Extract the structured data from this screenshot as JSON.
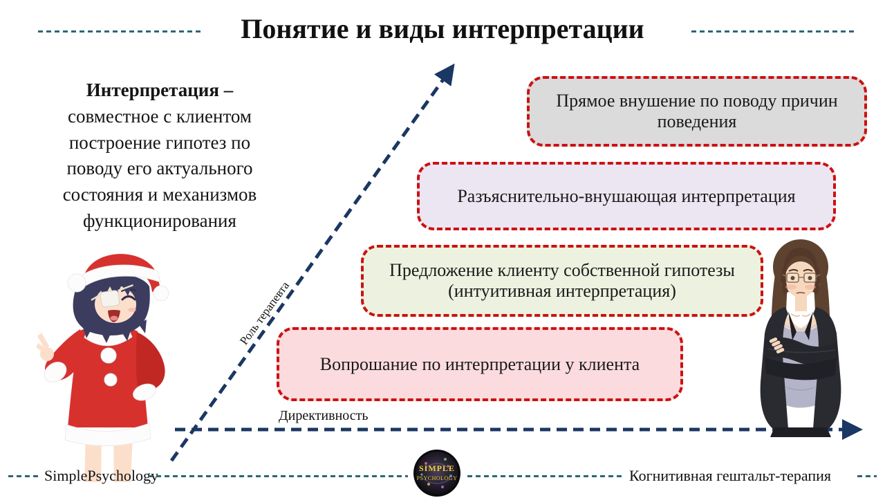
{
  "slide": {
    "title": "Понятие и виды интерпретации",
    "definition": {
      "term": "Интерпретация –",
      "body": "совместное с клиентом построение гипотез по поводу его актуального состояния и механизмов функционирования"
    },
    "diagram": {
      "y_axis_label": "Роль терапевта",
      "x_axis_label": "Директивность",
      "boxes": [
        {
          "label": "Прямое внушение по поводу причин поведения",
          "bg": "#DBDBDB"
        },
        {
          "label": "Разъяснительно-внушающая интерпретация",
          "bg": "#ECE6F2"
        },
        {
          "label": "Предложение клиенту собственной гипотезы (интуитивная интерпретация)",
          "bg": "#EDF2E0"
        },
        {
          "label": "Вопрошание по интерпретации у клиента",
          "bg": "#FBDBDE"
        }
      ]
    },
    "footer": {
      "brand": "SimplePsychology",
      "series": "Когнитивная гештальт-терапия",
      "logo_line1": "SIMPLE",
      "logo_line2": "PSYCHOLOGY"
    },
    "colors": {
      "box_border": "#CC1111",
      "axis_arrow": "#1B3763",
      "divider_dash": "#2E6575"
    },
    "illustrations": {
      "left": "anime-girl-santa-costume",
      "right": "anime-businesswoman-crossed-arms"
    }
  }
}
